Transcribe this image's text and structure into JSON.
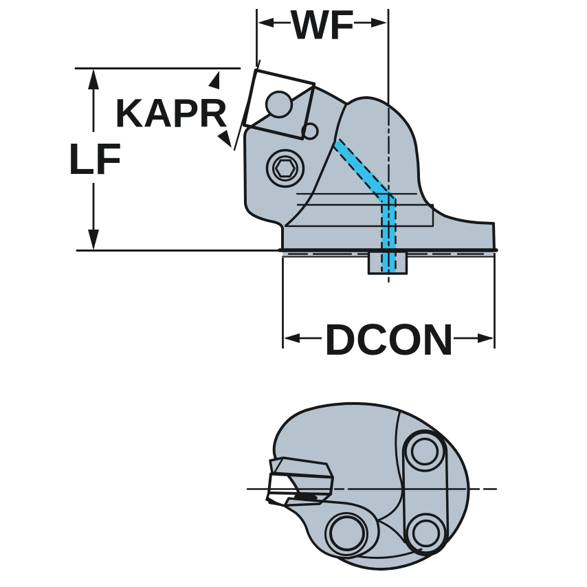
{
  "diagram": {
    "labels": {
      "wf": "WF",
      "kapr": "KAPR",
      "lf": "LF",
      "dcon": "DCON"
    },
    "colors": {
      "background": "#ffffff",
      "body": "#b6c3cf",
      "outline": "#16181a",
      "insert_yellow": "#ffd400",
      "insert_yellow_dark": "#f2c000",
      "coolant_cyan": "#38bfe9",
      "hole_white": "#ffffff"
    }
  }
}
